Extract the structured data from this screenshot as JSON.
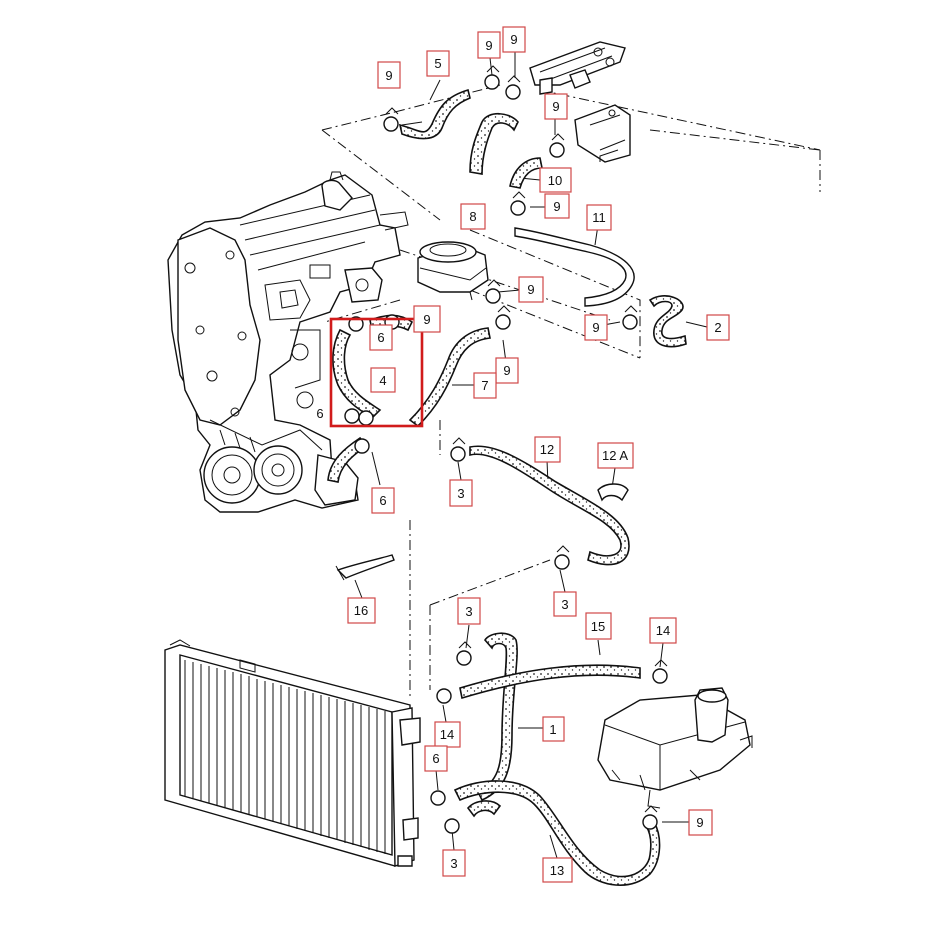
{
  "labels": {
    "p1": "1",
    "p2": "2",
    "p3": "3",
    "p4": "4",
    "p5": "5",
    "p6": "6",
    "p7": "7",
    "p8": "8",
    "p9": "9",
    "p10": "10",
    "p11": "11",
    "p12": "12",
    "p12a": "12 A",
    "p13": "13",
    "p14": "14",
    "p15": "15",
    "p16": "16"
  },
  "colors": {
    "line": "#111111",
    "label_box": "#d04848",
    "highlight": "#d11b1b"
  }
}
